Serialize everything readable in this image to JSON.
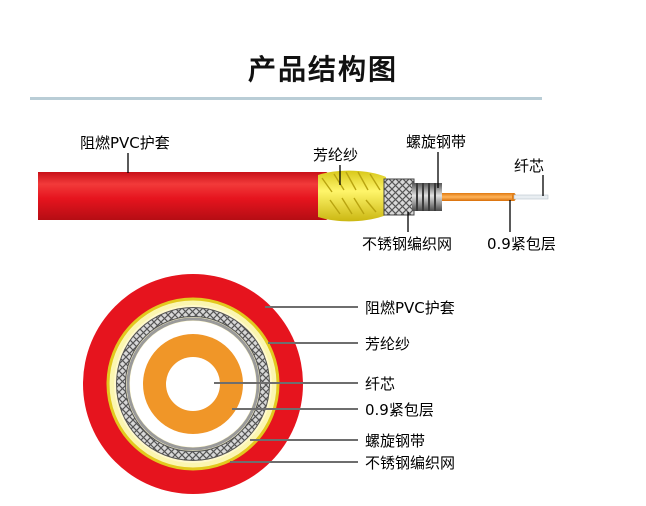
{
  "title": "产品结构图",
  "side_view": {
    "pvc_jacket": "阻燃PVC护套",
    "aramid_yarn": "芳纶纱",
    "spiral_steel_tape": "螺旋钢带",
    "fiber_core": "纤芯",
    "stainless_braid": "不锈钢编织网",
    "tight_buffer": "0.9紧包层"
  },
  "cross_section": {
    "pvc_jacket": "阻燃PVC护套",
    "aramid_yarn": "芳纶纱",
    "fiber_core": "纤芯",
    "tight_buffer": "0.9紧包层",
    "spiral_steel_tape": "螺旋钢带",
    "stainless_braid": "不锈钢编织网"
  },
  "colors": {
    "jacket": "#e6141e",
    "aramid": "#f4ec3a",
    "buffer": "#f09628",
    "steel": "#8a8a8a",
    "rule": "#b9cdd6"
  }
}
